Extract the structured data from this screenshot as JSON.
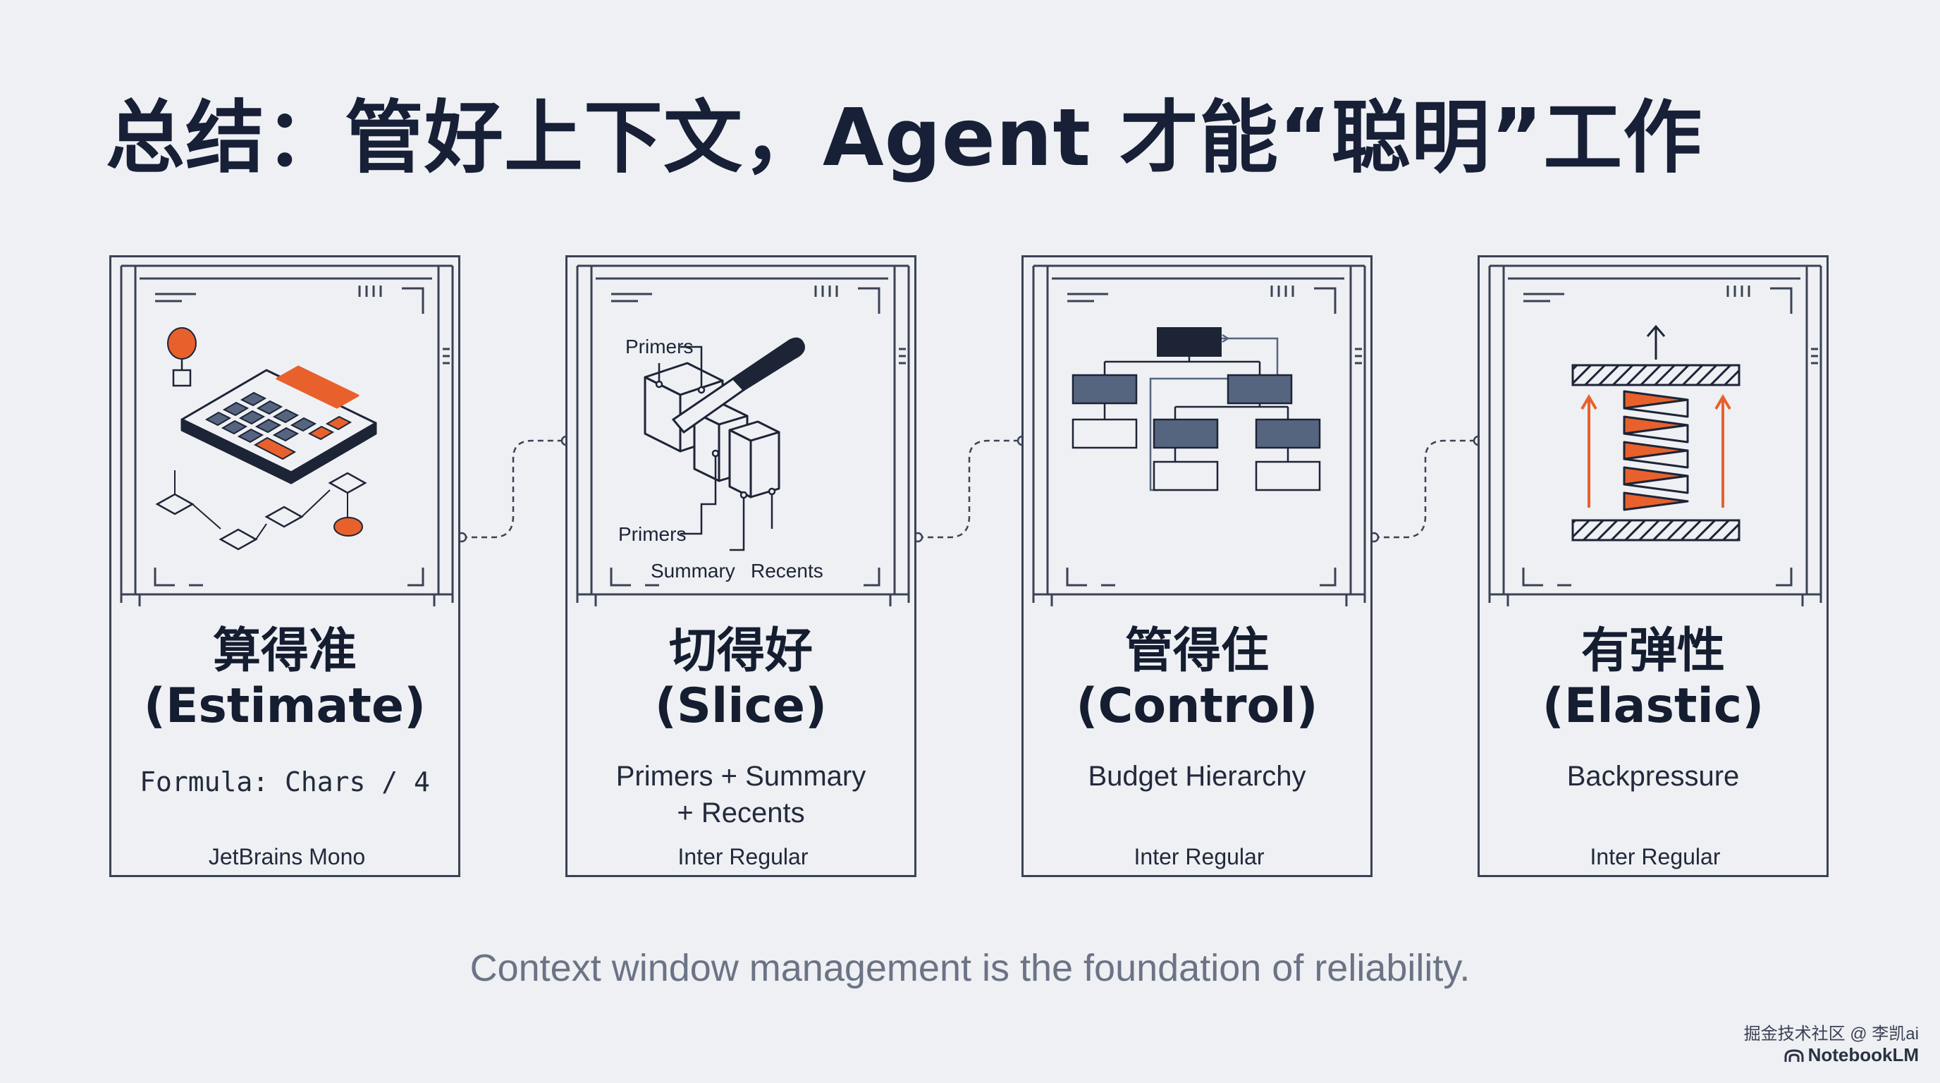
{
  "title": "总结：管好上下文，Agent 才能“聪明”工作",
  "cards": [
    {
      "title_zh": "算得准",
      "title_en": "(Estimate)",
      "description": "Formula: Chars / 4",
      "font": "JetBrains Mono",
      "icon": "calculator-illustration"
    },
    {
      "title_zh": "切得好",
      "title_en": "(Slice)",
      "description_lines": [
        "Primers + Summary",
        "+ Recents"
      ],
      "font": "Inter Regular",
      "icon": "knife-slicing-blocks-illustration",
      "illustration_labels": {
        "primers_top": "Primers",
        "primers_bottom": "Primers",
        "summary": "Summary",
        "recents": "Recents"
      }
    },
    {
      "title_zh": "管得住",
      "title_en": "(Control)",
      "description": "Budget Hierarchy",
      "font": "Inter Regular",
      "icon": "hierarchy-tree-illustration"
    },
    {
      "title_zh": "有弹性",
      "title_en": "(Elastic)",
      "description": "Backpressure",
      "font": "Inter Regular",
      "icon": "spring-backpressure-illustration"
    }
  ],
  "tagline": "Context window management is the foundation of reliability.",
  "watermark": {
    "line1": "掘金技术社区 @ 李凯ai",
    "line2": "NotebookLM"
  },
  "colors": {
    "background": "#eef0f4",
    "ink": "#172036",
    "accent_orange": "#e8612c",
    "slate_blue": "#56657f",
    "navy": "#1d2436"
  }
}
